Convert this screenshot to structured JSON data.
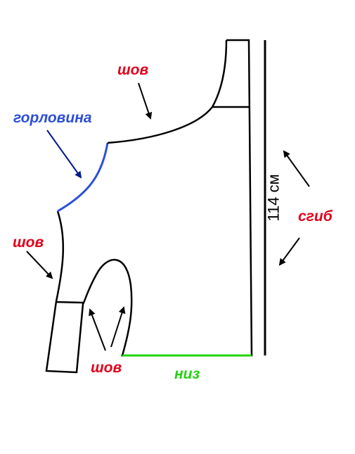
{
  "labels": {
    "seam_top": "шов",
    "neckline": "горловина",
    "seam_left": "шов",
    "seam_bottom": "шов",
    "hem": "низ",
    "fold": "сгиб",
    "length": "114 см"
  },
  "colors": {
    "outline": "#000000",
    "neckline": "#2b4fd6",
    "hem": "#22d40c",
    "seam_label": "#e0001b"
  }
}
